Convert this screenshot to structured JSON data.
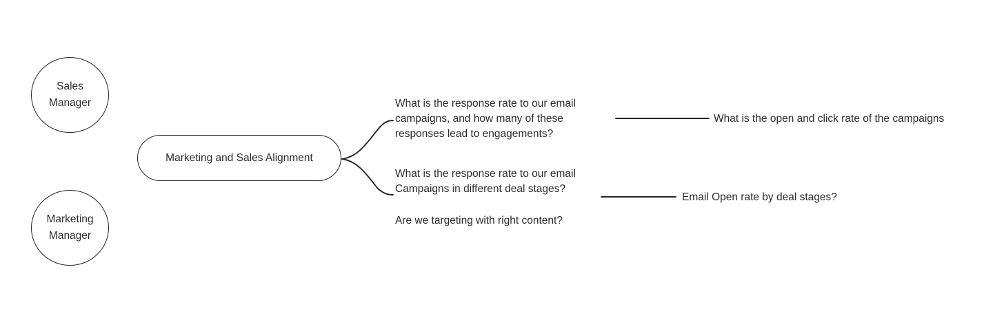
{
  "diagram": {
    "type": "mind-map",
    "title": "Marketing and Sales Alignment",
    "background_color": "#ffffff",
    "stroke_color": "#232323",
    "text_color": "#2b2b2b",
    "personas": [
      {
        "id": "sales-manager",
        "line1": "Sales",
        "line2": "Manager",
        "shape": "circle"
      },
      {
        "id": "marketing-manager",
        "line1": "Marketing",
        "line2": "Manager",
        "shape": "circle"
      }
    ],
    "topic": {
      "id": "marketing-and-sales-alignment",
      "label": "Marketing and Sales Alignment",
      "shape": "rounded-rectangle"
    },
    "questions": [
      {
        "id": "question-response-rate-engagements",
        "text": "What is the response rate to our email campaigns, and how many of these responses lead to engagements?",
        "connected": true
      },
      {
        "id": "question-response-rate-deal-stages",
        "text": "What is the response rate to our email Campaigns in different deal stages?",
        "connected": true
      },
      {
        "id": "question-targeting-right-content",
        "text": "Are we targeting with right content?",
        "connected": false
      }
    ],
    "metrics": [
      {
        "id": "metric-open-and-click-rate",
        "text": "What is the open and click rate of the campaigns"
      },
      {
        "id": "metric-email-open-rate-by-deal-stages",
        "text": "Email Open rate by deal stages?"
      }
    ]
  }
}
